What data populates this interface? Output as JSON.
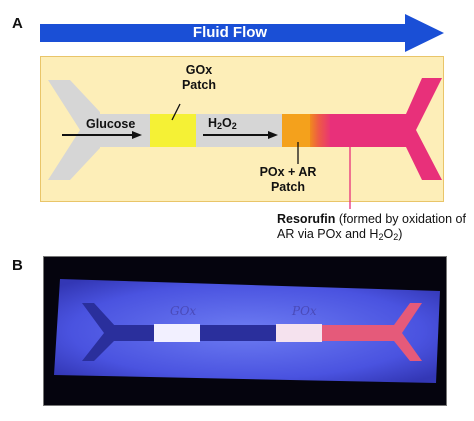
{
  "panel_a": {
    "letter": "A",
    "flow_label": "Fluid Flow",
    "colors": {
      "arrow": "#1a4fd6",
      "box_fill": "#fdeeb8",
      "gox_patch": "#f5f135",
      "pox_patch": "#f4a11c",
      "resorufin": "#e8307a",
      "channel": "#d6d6d6"
    },
    "labels": {
      "gox_line1": "GOx",
      "gox_line2": "Patch",
      "glucose": "Glucose",
      "h2o2_h": "H",
      "h2o2_sub1": "2",
      "h2o2_o": "O",
      "h2o2_sub2": "2",
      "pox_line1": "POx + AR",
      "pox_line2": "Patch"
    },
    "resorufin_note": {
      "bold": "Resorufin",
      "rest": " (formed by oxidation of AR via POx and ",
      "h": "H",
      "sub1": "2",
      "o": "O",
      "sub2": "2",
      "close": ")"
    }
  },
  "panel_b": {
    "letter": "B",
    "handwriting_gox": "GOx",
    "handwriting_pox": "POx"
  }
}
